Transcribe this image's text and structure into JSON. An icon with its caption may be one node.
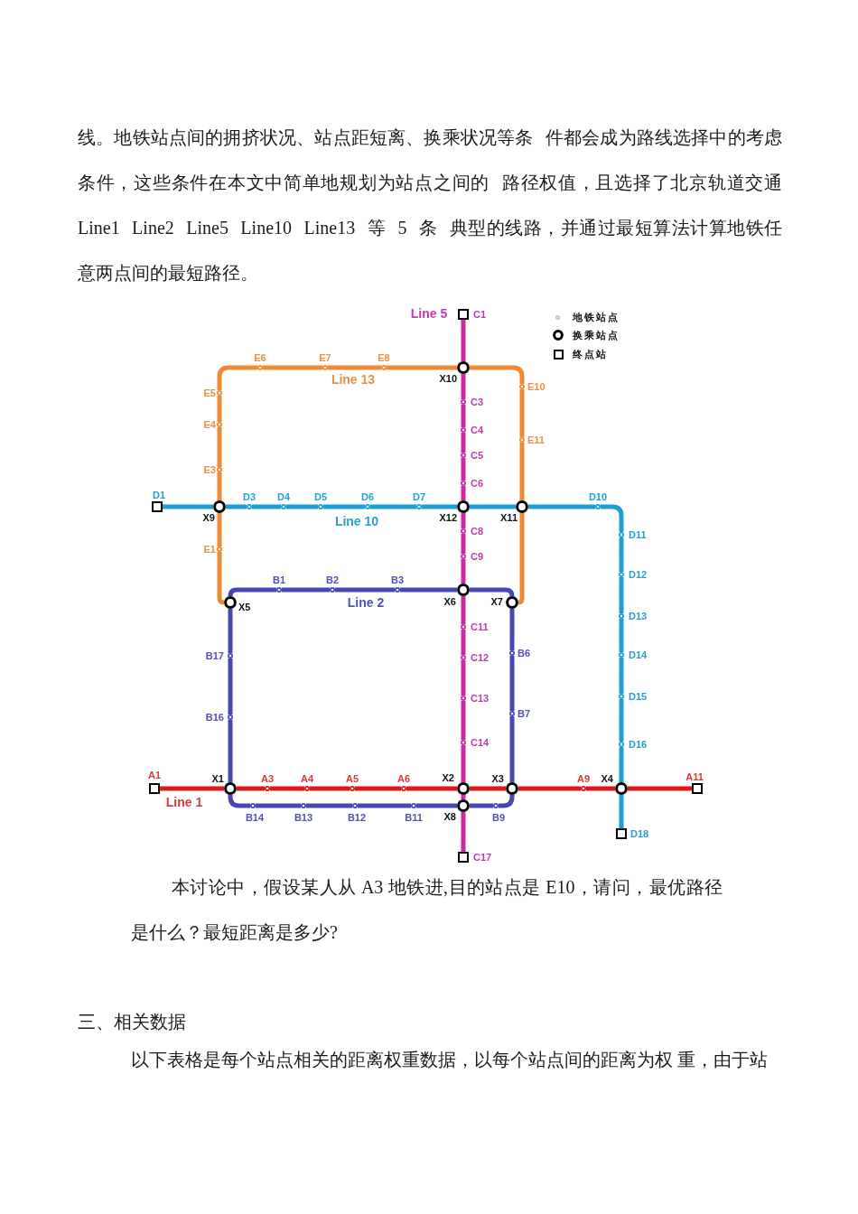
{
  "diagram": {
    "nodes": [
      {
        "text": [
          "C1"
        ]
      },
      {
        "text": [
          "E6"
        ]
      },
      {
        "text": [
          "E7"
        ]
      },
      {
        "text": [
          "E8"
        ]
      },
      {
        "text": [
          "X10"
        ]
      },
      {
        "text": [
          "E10"
        ]
      },
      {
        "text": [
          "E5"
        ]
      },
      {
        "text": [
          "C3"
        ]
      },
      {
        "text": [
          "E4"
        ]
      },
      {
        "text": [
          "C4"
        ]
      },
      {
        "text": [
          "E11"
        ]
      },
      {
        "text": [
          "C5"
        ]
      },
      {
        "text": [
          "E3"
        ]
      },
      {
        "text": [
          "C6"
        ]
      },
      {
        "text": [
          "D1"
        ]
      },
      {
        "text": [
          "X9"
        ]
      },
      {
        "text": [
          "D3"
        ]
      },
      {
        "text": [
          "D4"
        ]
      },
      {
        "text": [
          "D5"
        ]
      },
      {
        "text": [
          "D6"
        ]
      },
      {
        "text": [
          "D7"
        ]
      },
      {
        "text": [
          "X12"
        ]
      },
      {
        "text": [
          "X11"
        ]
      },
      {
        "text": [
          "D10"
        ]
      },
      {
        "text": [
          "C8"
        ]
      },
      {
        "text": [
          "D11"
        ]
      },
      {
        "text": [
          "E1"
        ]
      },
      {
        "text": [
          "C9"
        ]
      },
      {
        "text": [
          "D12"
        ]
      },
      {
        "text": [
          "B1"
        ]
      },
      {
        "text": [
          "B2"
        ]
      },
      {
        "text": [
          "B3"
        ]
      },
      {
        "text": [
          "X6"
        ]
      },
      {
        "text": [
          "X5"
        ]
      },
      {
        "text": [
          "X7"
        ]
      },
      {
        "text": [
          "D13"
        ]
      },
      {
        "text": [
          "C11"
        ]
      },
      {
        "text": [
          "D14"
        ]
      },
      {
        "text": [
          "B17"
        ]
      },
      {
        "text": [
          "C12"
        ]
      },
      {
        "text": [
          "B6"
        ]
      },
      {
        "text": [
          "D15"
        ]
      },
      {
        "text": [
          "C13"
        ]
      },
      {
        "text": [
          "B7"
        ]
      },
      {
        "text": [
          "B16"
        ]
      },
      {
        "text": [
          "C14"
        ]
      },
      {
        "text": [
          "D16"
        ]
      },
      {
        "text": [
          "A1"
        ]
      },
      {
        "text": [
          "X1"
        ]
      },
      {
        "text": [
          "A3"
        ]
      },
      {
        "text": [
          "A4"
        ]
      },
      {
        "text": [
          "A5"
        ]
      },
      {
        "text": [
          "A6"
        ]
      },
      {
        "text": [
          "X2"
        ]
      },
      {
        "text": [
          "X3"
        ]
      },
      {
        "text": [
          "A9"
        ]
      },
      {
        "text": [
          "X4"
        ]
      },
      {
        "text": [
          "A11"
        ]
      },
      {
        "text": [
          "B14"
        ]
      },
      {
        "text": [
          "B13"
        ]
      },
      {
        "text": [
          "B12"
        ]
      },
      {
        "text": [
          "B11"
        ]
      },
      {
        "text": [
          "X8"
        ]
      },
      {
        "text": [
          "B9"
        ]
      },
      {
        "text": [
          "D18"
        ]
      },
      {
        "text": [
          "C17"
        ]
      }
    ],
    "edges": [
      {
        "from": 0,
        "to": 4,
        "arrow": "none",
        "color": "#d1289f"
      },
      {
        "from": 4,
        "to": 7,
        "arrow": "none",
        "color": "#d1289f"
      },
      {
        "from": 7,
        "to": 9,
        "arrow": "none",
        "color": "#d1289f"
      },
      {
        "from": 9,
        "to": 11,
        "arrow": "none",
        "color": "#d1289f"
      },
      {
        "from": 11,
        "to": 13,
        "arrow": "none",
        "color": "#d1289f"
      },
      {
        "from": 13,
        "to": 21,
        "arrow": "none",
        "color": "#d1289f"
      },
      {
        "from": 21,
        "to": 24,
        "arrow": "none",
        "color": "#d1289f"
      },
      {
        "from": 24,
        "to": 27,
        "arrow": "none",
        "color": "#d1289f"
      },
      {
        "from": 27,
        "to": 32,
        "arrow": "none",
        "color": "#d1289f"
      },
      {
        "from": 32,
        "to": 36,
        "arrow": "none",
        "color": "#d1289f"
      },
      {
        "from": 36,
        "to": 39,
        "arrow": "none",
        "color": "#d1289f"
      },
      {
        "from": 39,
        "to": 42,
        "arrow": "none",
        "color": "#d1289f"
      },
      {
        "from": 42,
        "to": 45,
        "arrow": "none",
        "color": "#d1289f"
      },
      {
        "from": 45,
        "to": 53,
        "arrow": "none",
        "color": "#d1289f"
      },
      {
        "from": 53,
        "to": 62,
        "arrow": "none",
        "color": "#d1289f"
      },
      {
        "from": 62,
        "to": 65,
        "arrow": "none",
        "color": "#d1289f"
      },
      {
        "from": 33,
        "to": 26,
        "arrow": "none",
        "color": "#ee8a35"
      },
      {
        "from": 26,
        "to": 15,
        "arrow": "none",
        "color": "#ee8a35"
      },
      {
        "from": 15,
        "to": 12,
        "arrow": "none",
        "color": "#ee8a35"
      },
      {
        "from": 12,
        "to": 8,
        "arrow": "none",
        "color": "#ee8a35"
      },
      {
        "from": 8,
        "to": 6,
        "arrow": "none",
        "color": "#ee8a35"
      },
      {
        "from": 6,
        "to": 1,
        "arrow": "none",
        "color": "#ee8a35"
      },
      {
        "from": 1,
        "to": 2,
        "arrow": "none",
        "color": "#ee8a35"
      },
      {
        "from": 2,
        "to": 3,
        "arrow": "none",
        "color": "#ee8a35"
      },
      {
        "from": 3,
        "to": 4,
        "arrow": "none",
        "color": "#ee8a35"
      },
      {
        "from": 4,
        "to": 5,
        "arrow": "none",
        "color": "#ee8a35"
      },
      {
        "from": 5,
        "to": 10,
        "arrow": "none",
        "color": "#ee8a35"
      },
      {
        "from": 10,
        "to": 22,
        "arrow": "none",
        "color": "#ee8a35"
      },
      {
        "from": 22,
        "to": 34,
        "arrow": "none",
        "color": "#ee8a35"
      },
      {
        "from": 14,
        "to": 15,
        "arrow": "none",
        "color": "#1b9fd4"
      },
      {
        "from": 15,
        "to": 16,
        "arrow": "none",
        "color": "#1b9fd4"
      },
      {
        "from": 16,
        "to": 17,
        "arrow": "none",
        "color": "#1b9fd4"
      },
      {
        "from": 17,
        "to": 18,
        "arrow": "none",
        "color": "#1b9fd4"
      },
      {
        "from": 18,
        "to": 19,
        "arrow": "none",
        "color": "#1b9fd4"
      },
      {
        "from": 19,
        "to": 20,
        "arrow": "none",
        "color": "#1b9fd4"
      },
      {
        "from": 20,
        "to": 21,
        "arrow": "none",
        "color": "#1b9fd4"
      },
      {
        "from": 21,
        "to": 22,
        "arrow": "none",
        "color": "#1b9fd4"
      },
      {
        "from": 22,
        "to": 23,
        "arrow": "none",
        "color": "#1b9fd4"
      },
      {
        "from": 23,
        "to": 25,
        "arrow": "none",
        "color": "#1b9fd4"
      },
      {
        "from": 25,
        "to": 28,
        "arrow": "none",
        "color": "#1b9fd4"
      },
      {
        "from": 28,
        "to": 35,
        "arrow": "none",
        "color": "#1b9fd4"
      },
      {
        "from": 35,
        "to": 37,
        "arrow": "none",
        "color": "#1b9fd4"
      },
      {
        "from": 37,
        "to": 41,
        "arrow": "none",
        "color": "#1b9fd4"
      },
      {
        "from": 41,
        "to": 46,
        "arrow": "none",
        "color": "#1b9fd4"
      },
      {
        "from": 46,
        "to": 56,
        "arrow": "none",
        "color": "#1b9fd4"
      },
      {
        "from": 56,
        "to": 64,
        "arrow": "none",
        "color": "#1b9fd4"
      },
      {
        "from": 33,
        "to": 29,
        "arrow": "none",
        "color": "#4647b5"
      },
      {
        "from": 29,
        "to": 30,
        "arrow": "none",
        "color": "#4647b5"
      },
      {
        "from": 30,
        "to": 31,
        "arrow": "none",
        "color": "#4647b5"
      },
      {
        "from": 31,
        "to": 32,
        "arrow": "none",
        "color": "#4647b5"
      },
      {
        "from": 32,
        "to": 34,
        "arrow": "none",
        "color": "#4647b5"
      },
      {
        "from": 34,
        "to": 40,
        "arrow": "none",
        "color": "#4647b5"
      },
      {
        "from": 40,
        "to": 43,
        "arrow": "none",
        "color": "#4647b5"
      },
      {
        "from": 43,
        "to": 54,
        "arrow": "none",
        "color": "#4647b5"
      },
      {
        "from": 54,
        "to": 63,
        "arrow": "none",
        "color": "#4647b5"
      },
      {
        "from": 63,
        "to": 62,
        "arrow": "none",
        "color": "#4647b5"
      },
      {
        "from": 62,
        "to": 61,
        "arrow": "none",
        "color": "#4647b5"
      },
      {
        "from": 61,
        "to": 60,
        "arrow": "none",
        "color": "#4647b5"
      },
      {
        "from": 60,
        "to": 59,
        "arrow": "none",
        "color": "#4647b5"
      },
      {
        "from": 59,
        "to": 58,
        "arrow": "none",
        "color": "#4647b5"
      },
      {
        "from": 58,
        "to": 48,
        "arrow": "none",
        "color": "#4647b5"
      },
      {
        "from": 48,
        "to": 44,
        "arrow": "none",
        "color": "#4647b5"
      },
      {
        "from": 44,
        "to": 38,
        "arrow": "none",
        "color": "#4647b5"
      },
      {
        "from": 38,
        "to": 33,
        "arrow": "none",
        "color": "#4647b5"
      },
      {
        "from": 47,
        "to": 48,
        "arrow": "none",
        "color": "#e0181b"
      },
      {
        "from": 48,
        "to": 49,
        "arrow": "none",
        "color": "#e0181b"
      },
      {
        "from": 49,
        "to": 50,
        "arrow": "none",
        "color": "#e0181b"
      },
      {
        "from": 50,
        "to": 51,
        "arrow": "none",
        "color": "#e0181b"
      },
      {
        "from": 51,
        "to": 52,
        "arrow": "none",
        "color": "#e0181b"
      },
      {
        "from": 52,
        "to": 53,
        "arrow": "none",
        "color": "#e0181b"
      },
      {
        "from": 53,
        "to": 54,
        "arrow": "none",
        "color": "#e0181b"
      },
      {
        "from": 54,
        "to": 55,
        "arrow": "none",
        "color": "#e0181b"
      },
      {
        "from": 55,
        "to": 56,
        "arrow": "none",
        "color": "#e0181b"
      },
      {
        "from": 56,
        "to": 57,
        "arrow": "none",
        "color": "#e0181b"
      }
    ],
    "labels": [
      "线。地铁站点间的拥挤状况、站点距短离、换乘状况等条 件都会成为路线选择中的考虑条件，这些条件在本文中简单地规划为站点之间的 路径权值，且选择了北京轨道交通Line1 Line2 Line5 Line10 Line13 等 5 条 典型的线路，并通过最短算法计算地铁任意两点间的最短路径。",
      "Line 5",
      "Line 13",
      "Line 10",
      "Line 2",
      "Line 1",
      "本讨论中，假设某人从 A3 地铁进,目的站点是 E10，请问，最优路径是什么？最短距离是多少?",
      "三、相关数据",
      "以下表格是每个站点相关的距离权重数据，以每个站点间的距离为权 重，由于站"
    ],
    "legend": [
      {
        "text": "地铁站点"
      },
      {
        "text": "换乘站点"
      },
      {
        "text": "终点站"
      }
    ]
  }
}
